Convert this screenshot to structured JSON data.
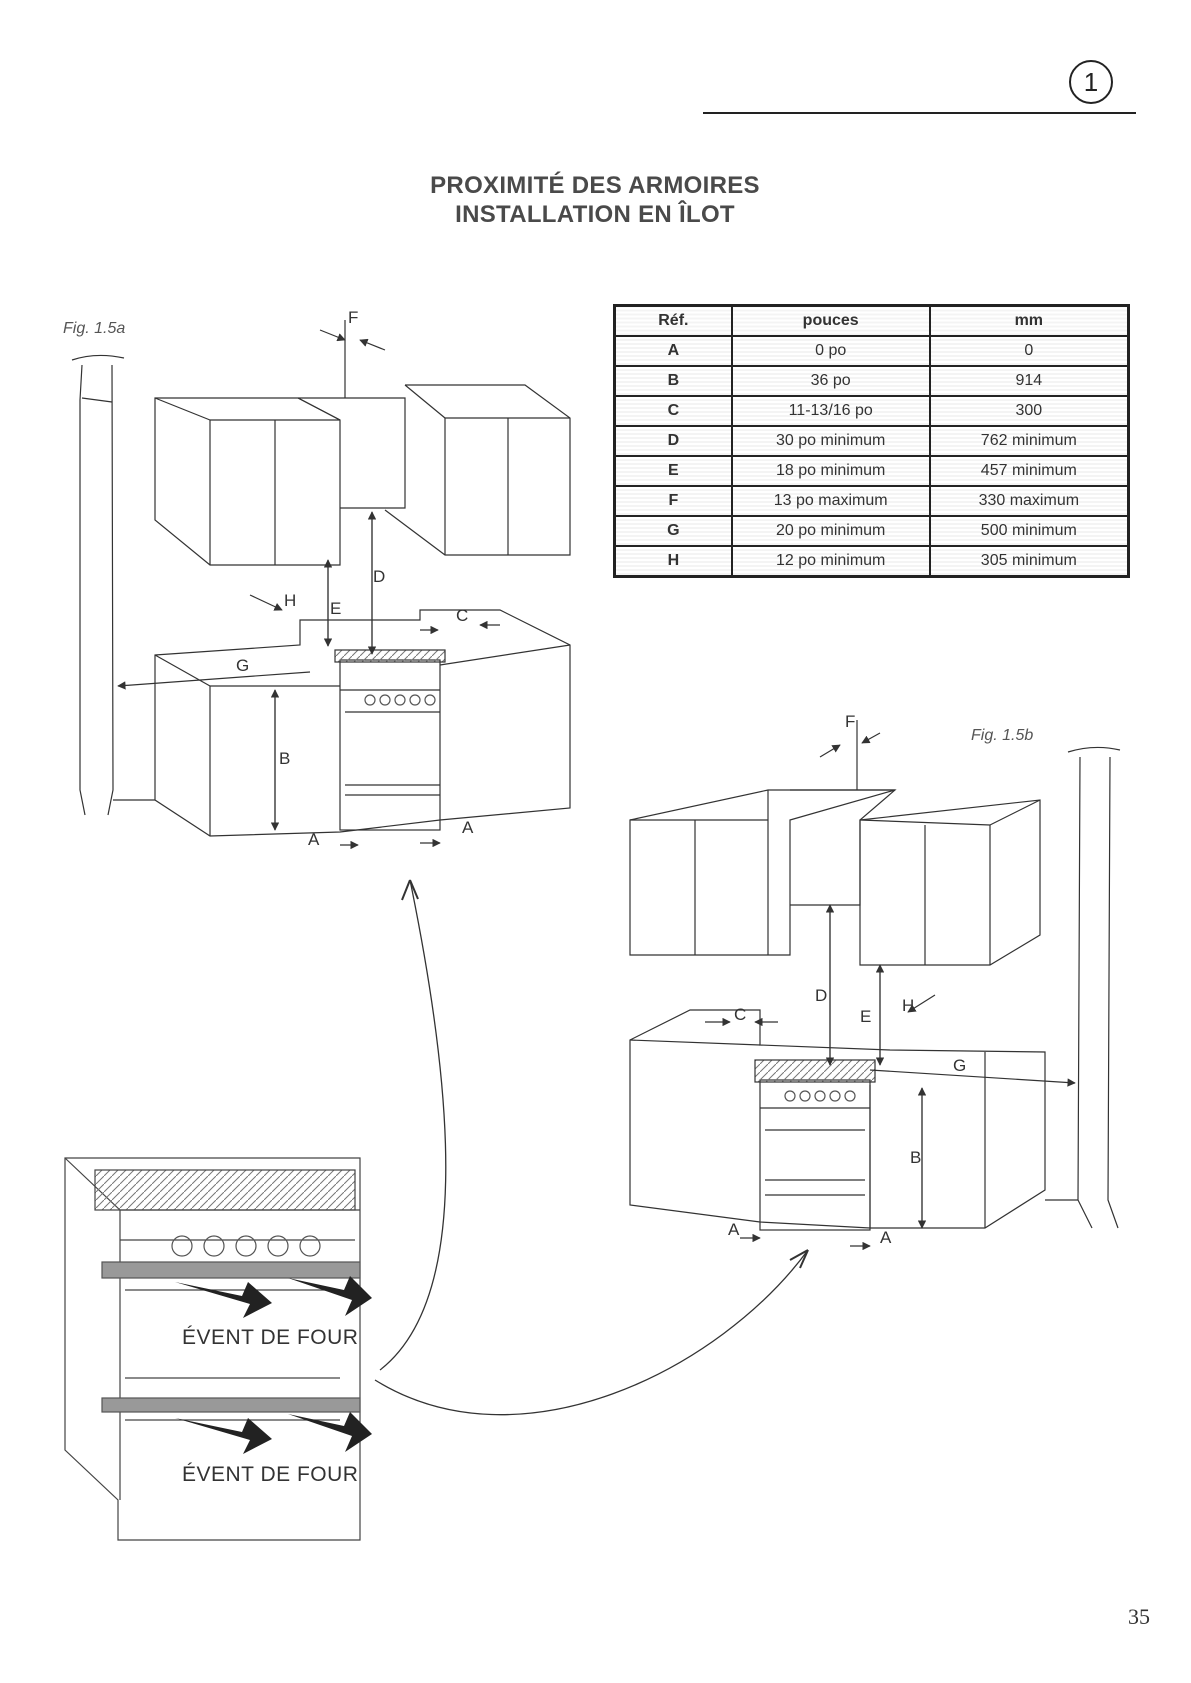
{
  "header": {
    "section_number": "1"
  },
  "title": {
    "line1": "PROXIMITÉ DES ARMOIRES",
    "line2": "INSTALLATION EN ÎLOT"
  },
  "figures": {
    "fig_a": "Fig. 1.5a",
    "fig_b": "Fig. 1.5b"
  },
  "table": {
    "headers": [
      "Réf.",
      "pouces",
      "mm"
    ],
    "rows": [
      [
        "A",
        "0 po",
        "0"
      ],
      [
        "B",
        "36 po",
        "914"
      ],
      [
        "C",
        "11-13/16 po",
        "300"
      ],
      [
        "D",
        "30 po minimum",
        "762 minimum"
      ],
      [
        "E",
        "18 po minimum",
        "457 minimum"
      ],
      [
        "F",
        "13 po maximum",
        "330 maximum"
      ],
      [
        "G",
        "20 po minimum",
        "500 minimum"
      ],
      [
        "H",
        "12 po minimum",
        "305 minimum"
      ]
    ]
  },
  "diagram_labels": {
    "A": "A",
    "B": "B",
    "C": "C",
    "D": "D",
    "E": "E",
    "F": "F",
    "G": "G",
    "H": "H"
  },
  "vent_labels": {
    "upper": "ÉVENT DE FOUR",
    "lower": "ÉVENT DE FOUR"
  },
  "page_number": "35"
}
